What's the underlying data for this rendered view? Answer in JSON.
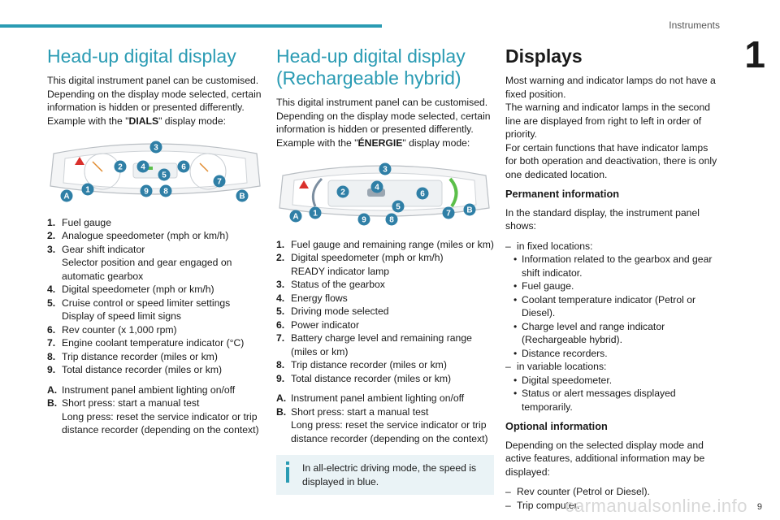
{
  "header": {
    "title": "Instruments",
    "chapter": "1",
    "page": "9"
  },
  "watermark": "carmanualsonline.info",
  "col1": {
    "title": "Head-up digital display",
    "intro": "This digital instrument panel can be customised. Depending on the display mode selected, certain information is hidden or presented differently.",
    "example_pre": "Example with the \"",
    "example_mode": "DIALS",
    "example_post": "\" display mode:",
    "items": [
      {
        "k": "1.",
        "v": "Fuel gauge"
      },
      {
        "k": "2.",
        "v": "Analogue speedometer (mph or km/h)"
      },
      {
        "k": "3.",
        "v": "Gear shift indicator",
        "v2": "Selector position and gear engaged on automatic gearbox"
      },
      {
        "k": "4.",
        "v": "Digital speedometer (mph or km/h)"
      },
      {
        "k": "5.",
        "v": "Cruise control or speed limiter settings",
        "v2": "Display of speed limit signs"
      },
      {
        "k": "6.",
        "v": "Rev counter (x 1,000 rpm)"
      },
      {
        "k": "7.",
        "v": "Engine coolant temperature indicator (°C)"
      },
      {
        "k": "8.",
        "v": "Trip distance recorder (miles or km)"
      },
      {
        "k": "9.",
        "v": "Total distance recorder (miles or km)"
      }
    ],
    "items_b": [
      {
        "k": "A.",
        "v": "Instrument panel ambient lighting on/off"
      },
      {
        "k": "B.",
        "v": "Short press: start a manual test",
        "v2": "Long press: reset the service indicator or trip distance recorder (depending on the context)"
      }
    ]
  },
  "col2": {
    "title": "Head-up digital display (Rechargeable hybrid)",
    "intro": "This digital instrument panel can be customised. Depending on the display mode selected, certain information is hidden or presented differently.",
    "example_pre": "Example with the \"",
    "example_mode": "ÉNERGIE",
    "example_post": "\" display mode:",
    "items": [
      {
        "k": "1.",
        "v": "Fuel gauge and remaining range (miles or km)"
      },
      {
        "k": "2.",
        "v": "Digital speedometer (mph or km/h)",
        "v2": "READY indicator lamp"
      },
      {
        "k": "3.",
        "v": "Status of the gearbox"
      },
      {
        "k": "4.",
        "v": "Energy flows"
      },
      {
        "k": "5.",
        "v": "Driving mode selected"
      },
      {
        "k": "6.",
        "v": "Power indicator"
      },
      {
        "k": "7.",
        "v": "Battery charge level and remaining range (miles or km)"
      },
      {
        "k": "8.",
        "v": "Trip distance recorder (miles or km)"
      },
      {
        "k": "9.",
        "v": "Total distance recorder (miles or km)"
      }
    ],
    "items_b": [
      {
        "k": "A.",
        "v": "Instrument panel ambient lighting on/off"
      },
      {
        "k": "B.",
        "v": "Short press: start a manual test",
        "v2": "Long press: reset the service indicator or trip distance recorder (depending on the context)"
      }
    ],
    "note": "In all-electric driving mode, the speed is displayed in blue."
  },
  "col3": {
    "title": "Displays",
    "p1": "Most warning and indicator lamps do not have a fixed position.",
    "p2": "The warning and indicator lamps in the second line are displayed from right to left in order of priority.",
    "p3": "For certain functions that have indicator lamps for both operation and deactivation, there is only one dedicated location.",
    "perm_title": "Permanent information",
    "perm_intro": "In the standard display, the instrument panel shows:",
    "fixed_label": "in fixed locations:",
    "fixed_items": [
      "Information related to the gearbox and gear shift indicator.",
      "Fuel gauge.",
      "Coolant temperature indicator (Petrol or Diesel).",
      "Charge level and range indicator (Rechargeable hybrid).",
      "Distance recorders."
    ],
    "var_label": "in variable locations:",
    "var_items": [
      "Digital speedometer.",
      "Status or alert messages displayed temporarily."
    ],
    "opt_title": "Optional information",
    "opt_intro": "Depending on the selected display mode and active features, additional information may be displayed:",
    "opt_items": [
      "Rev counter (Petrol or Diesel).",
      "Trip computer."
    ]
  },
  "callouts1": [
    "A",
    "1",
    "2",
    "3",
    "4",
    "5",
    "6",
    "7",
    "B",
    "9",
    "8"
  ],
  "callouts2": [
    "A",
    "1",
    "2",
    "3",
    "4",
    "5",
    "6",
    "7",
    "B",
    "9",
    "8"
  ],
  "colors": {
    "accent": "#2a9bb3",
    "callout": "#2f7fa6",
    "note_bg": "#eaf3f6",
    "warn": "#d9302c"
  }
}
